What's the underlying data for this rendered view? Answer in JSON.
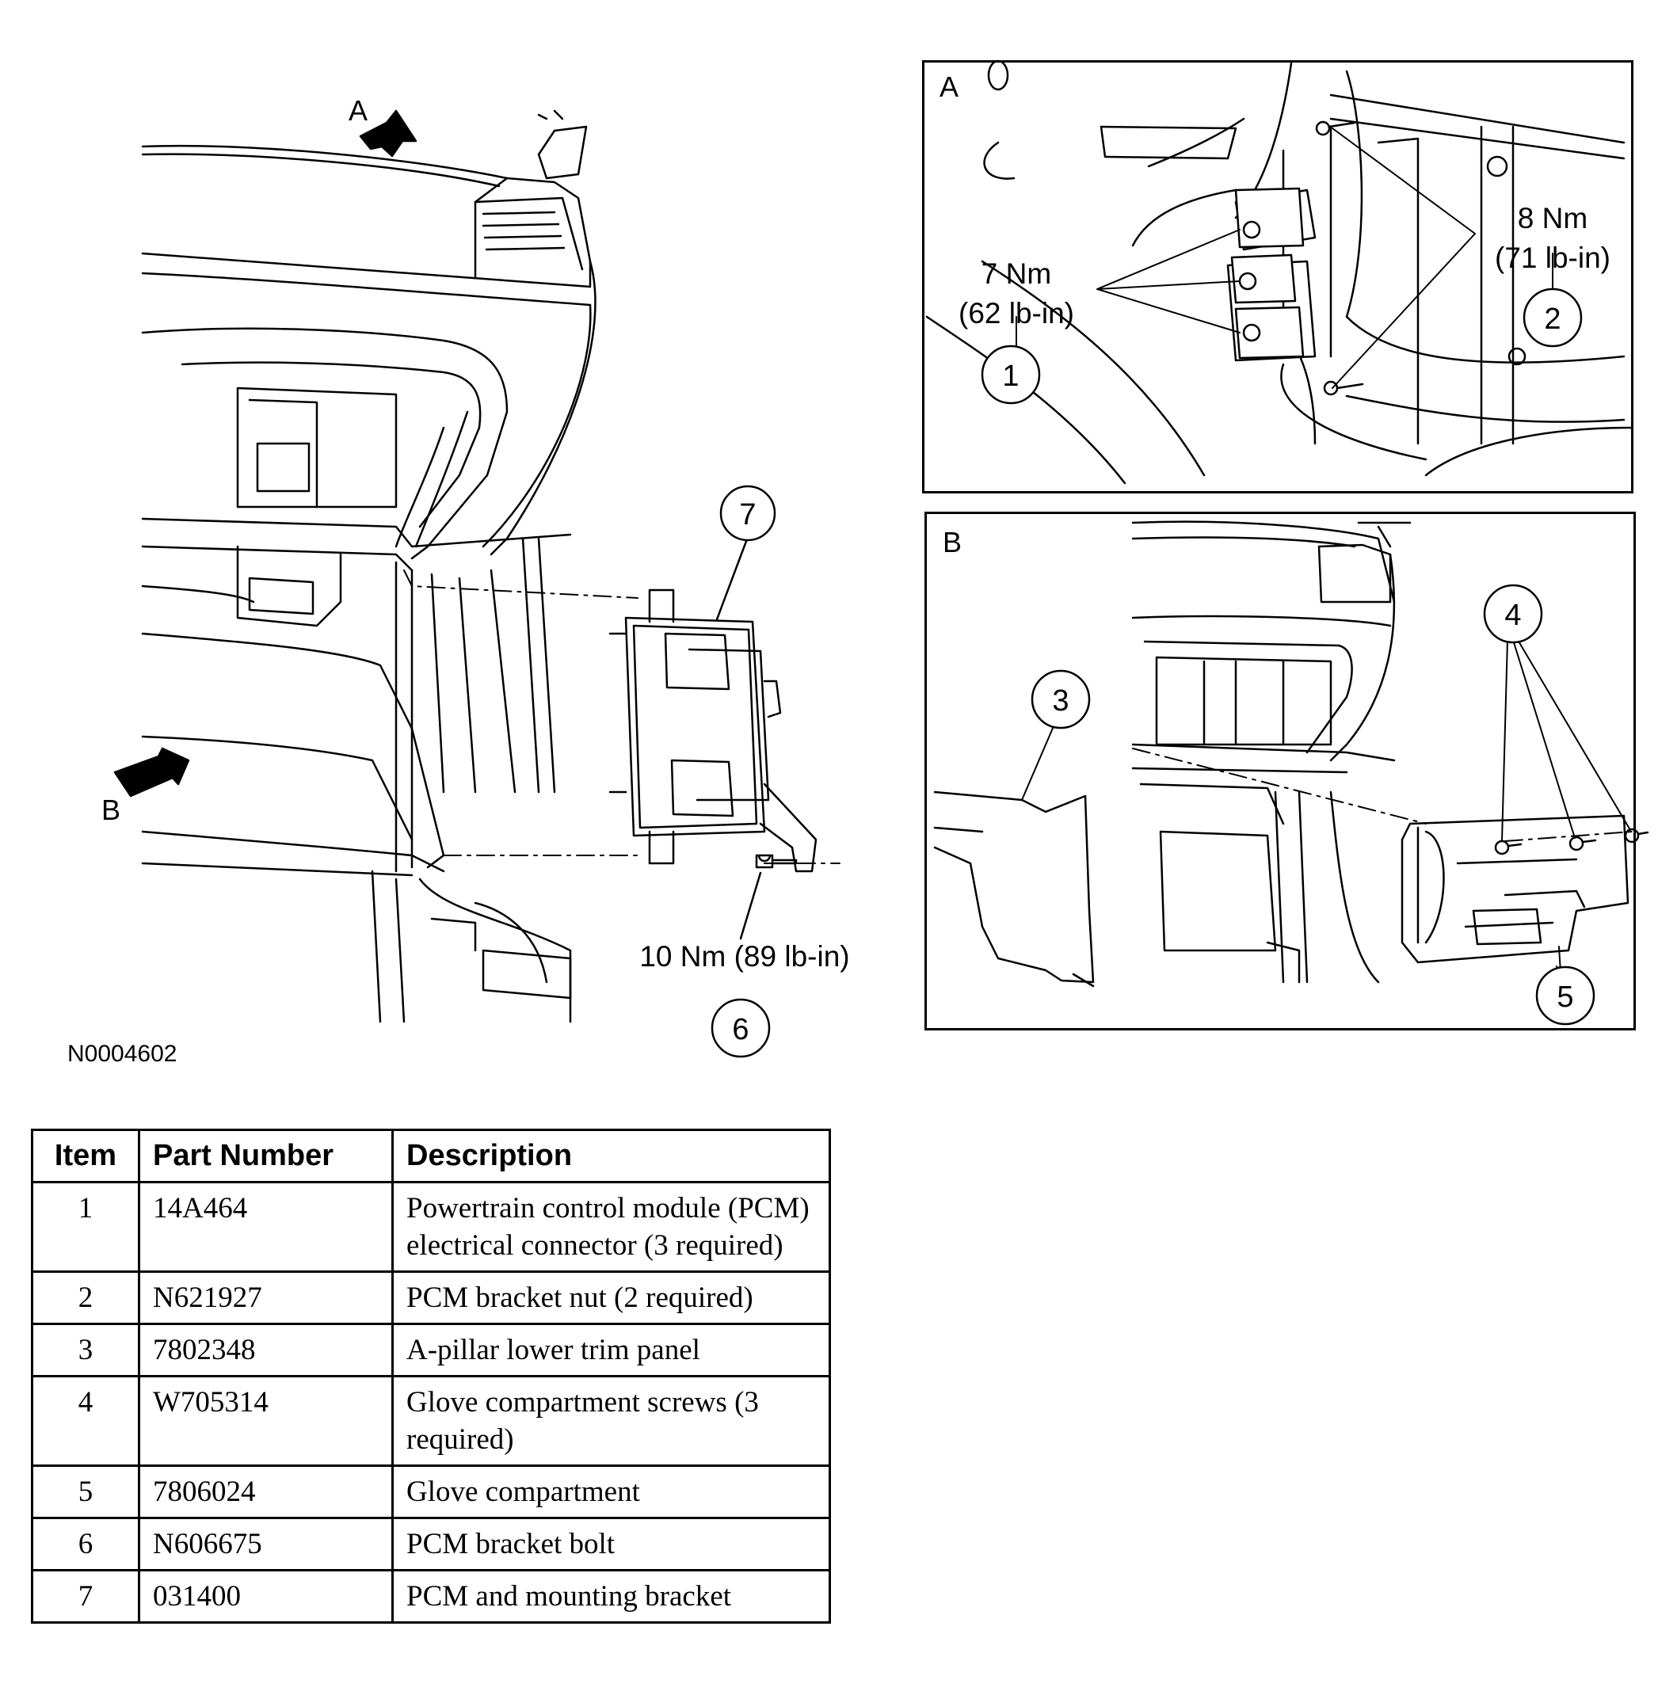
{
  "figure": {
    "ref_code": "N0004602",
    "view_labels": {
      "a": "A",
      "b": "B"
    },
    "callouts": [
      "1",
      "2",
      "3",
      "4",
      "5",
      "6",
      "7"
    ],
    "torque": {
      "item1": {
        "nm": "7 Nm",
        "lbin": "(62 lb-in)"
      },
      "item2": {
        "nm": "8 Nm",
        "lbin": "(71 lb-in)"
      },
      "item6": {
        "text": "10 Nm (89 lb-in)"
      }
    }
  },
  "table": {
    "headers": {
      "item": "Item",
      "part": "Part Number",
      "desc": "Description"
    },
    "rows": [
      {
        "item": "1",
        "part": "14A464",
        "desc": "Powertrain control module (PCM) electrical connector (3 required)"
      },
      {
        "item": "2",
        "part": "N621927",
        "desc": "PCM bracket nut (2 required)"
      },
      {
        "item": "3",
        "part": "7802348",
        "desc": "A-pillar lower trim panel"
      },
      {
        "item": "4",
        "part": "W705314",
        "desc": "Glove compartment screws (3 required)"
      },
      {
        "item": "5",
        "part": "7806024",
        "desc": "Glove compartment"
      },
      {
        "item": "6",
        "part": "N606675",
        "desc": "PCM bracket bolt"
      },
      {
        "item": "7",
        "part": "031400",
        "desc": "PCM and mounting bracket"
      }
    ]
  }
}
